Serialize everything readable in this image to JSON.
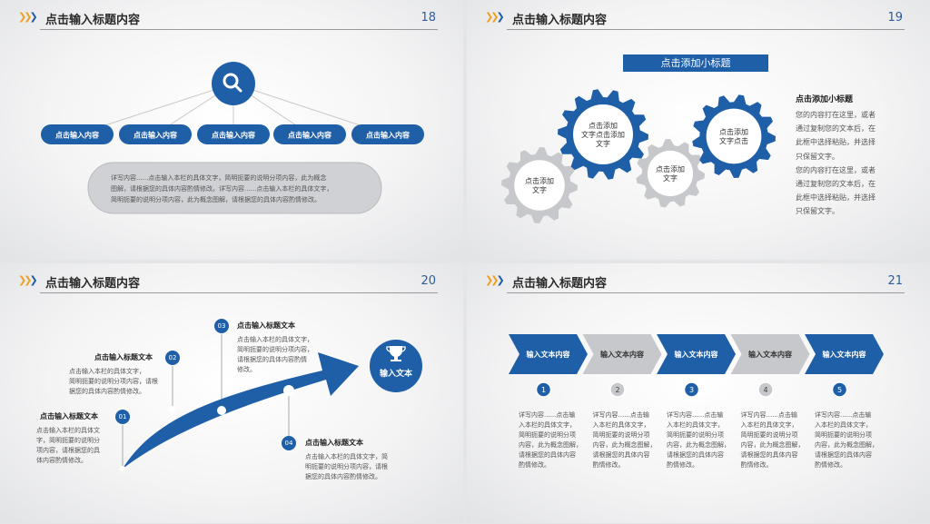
{
  "slides": [
    {
      "title": "点击输入标题内容",
      "number": "18",
      "pills": [
        "点击输入内容",
        "点击输入内容",
        "点击输入内容",
        "点击输入内容",
        "点击输入内容"
      ],
      "box_text": [
        "详写内容......点击输入本栏的具体文字，简明扼要的说明分项内容，此为概念",
        "图解，请根据您的具体内容酌情修改。详写内容......点击输入本栏的具体文字，",
        "简明扼要的说明分项内容，此为概念图解，请根据您的具体内容酌情修改。"
      ]
    },
    {
      "title": "点击输入标题内容",
      "number": "19",
      "banner": "点击添加小标题",
      "gears": [
        [
          "点击添加",
          "文字"
        ],
        [
          "点击添加",
          "文字点击添加",
          "文字"
        ],
        [
          "点击添加",
          "文字"
        ],
        [
          "点击添加",
          "文字点击"
        ]
      ],
      "side_heading": "点击添加小标题",
      "side_text": [
        "您的内容打在这里，或者",
        "通过复制您的文本后，在",
        "此框中选择粘贴，并选择",
        "只保留文字。",
        "您的内容打在这里，或者",
        "通过复制您的文本后，在",
        "此框中选择粘贴，并选择",
        "只保留文字。"
      ]
    },
    {
      "title": "点击输入标题内容",
      "number": "20",
      "circle_label": "输入文本",
      "items": [
        {
          "num": "01",
          "heading": "点击输入标题文本",
          "text": [
            "点击输入本栏的具体文",
            "字，简明扼要的说明分",
            "项内容，请根据您的具",
            "体内容酌情修改。"
          ]
        },
        {
          "num": "02",
          "heading": "点击输入标题文本",
          "text": [
            "点击输入本栏的具体文字，",
            "简明扼要的说明分项内容，请根",
            "据您的具体内容酌情修改。"
          ]
        },
        {
          "num": "03",
          "heading": "点击输入标题文本",
          "text": [
            "点击输入本栏的具体文字，",
            "简明扼要的说明分项内容，",
            "请根据您的具体内容酌情",
            "修改。"
          ]
        },
        {
          "num": "04",
          "heading": "点击输入标题文本",
          "text": [
            "点击输入本栏的具体文字，简",
            "明扼要的说明分项内容，请根",
            "据您的具体内容酌情修改。"
          ]
        }
      ]
    },
    {
      "title": "点击输入标题内容",
      "number": "21",
      "steps": [
        {
          "label": "输入文本内容",
          "num": "1"
        },
        {
          "label": "输入文本内容",
          "num": "2"
        },
        {
          "label": "输入文本内容",
          "num": "3"
        },
        {
          "label": "输入文本内容",
          "num": "4"
        },
        {
          "label": "输入文本内容",
          "num": "5"
        }
      ],
      "step_text": [
        "详写内容......点击输",
        "入本栏的具体文字，",
        "简明扼要的说明分项",
        "内容，此为概念图解，",
        "请根据您的具体内容",
        "酌情修改。"
      ]
    }
  ],
  "colors": {
    "blue": "#1f5fa8",
    "gray": "#c6c8cb",
    "orange": "#f0a020"
  }
}
